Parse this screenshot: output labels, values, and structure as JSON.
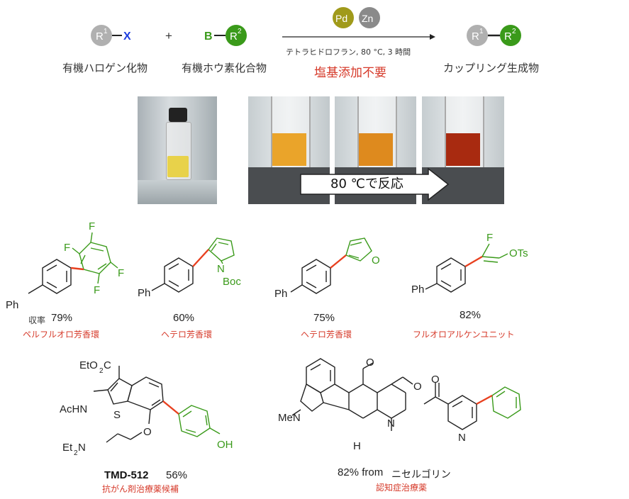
{
  "scheme": {
    "reagent1_label": "有機ハロゲン化物",
    "plus": "+",
    "reagent2_label": "有機ホウ素化合物",
    "catalyst1": "Pd",
    "catalyst2": "Zn",
    "conditions": "テトラヒドロフラン, 80 °C, 3 時間",
    "note": "塩基添加不要",
    "product_label": "カップリング生成物",
    "r1": "R",
    "r1_sup": "1",
    "r2": "R",
    "r2_sup": "2",
    "x": "X",
    "b": "B"
  },
  "photos": {
    "arrow_text": "80 ℃で反応"
  },
  "examples": [
    {
      "yield_prefix": "収率",
      "yield": "79%",
      "label": "ペルフルオロ芳香環"
    },
    {
      "yield": "60%",
      "label": "ヘテロ芳香環"
    },
    {
      "yield": "75%",
      "label": "ヘテロ芳香環"
    },
    {
      "yield": "82%",
      "label": "フルオロアルケンユニット"
    }
  ],
  "bottom": {
    "tmd_name": "TMD-512",
    "tmd_yield": "56%",
    "tmd_label": "抗がん剤治療薬候補",
    "nicer_yield": "82% from",
    "nicer_source": "ニセルゴリン",
    "nicer_label": "認知症治療薬"
  },
  "colors": {
    "green": "#3a9a1a",
    "blue": "#1f3fe0",
    "red_bond": "#e8401f",
    "gray_ball": "#b0b0b0",
    "pd": "#a09a1a",
    "zn": "#8a8a8a"
  }
}
